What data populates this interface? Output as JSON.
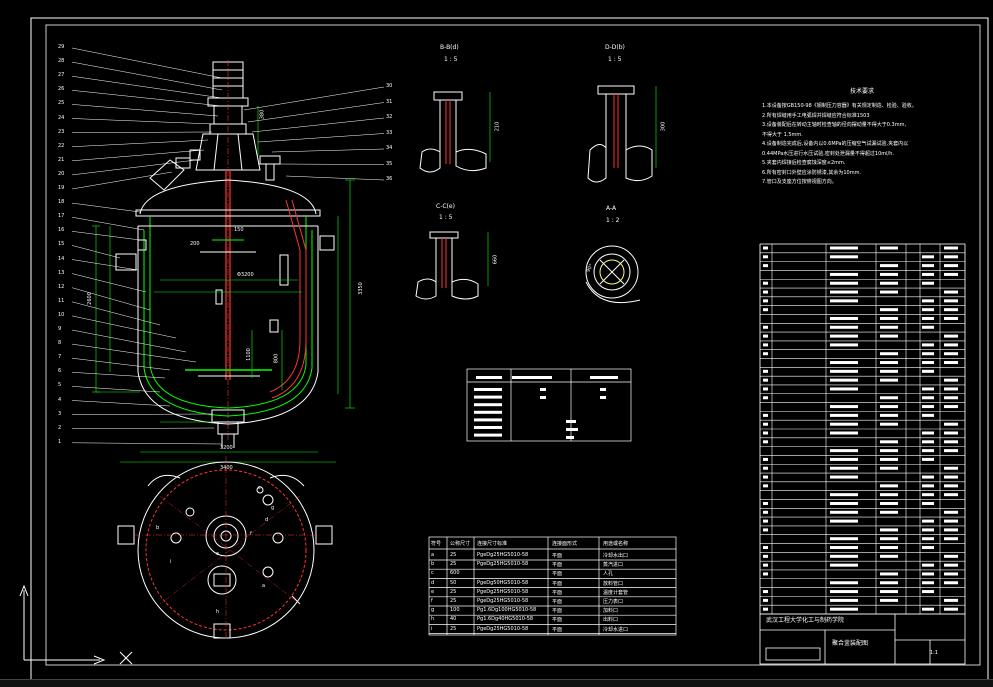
{
  "drawing": {
    "title_block": {
      "school": "武汉工程大学化工与制药学院",
      "drawing_name": "聚合釜装配图",
      "scale": "1:1"
    },
    "tech_requirements": {
      "title": "技术要求",
      "items": [
        "1.本设备按GB150-98《钢制压力容器》有关规定制造、检验、验收。",
        "2.所有焊缝用手工电弧焊并焊缝应符合标准1503",
        "3.设备装配后在转动主轴时检查轴的径向摆动量不得大于0.3mm,",
        "  不得大于 1.5mm.",
        "4.设备制造完成后,设备内以0.6MPa的压缩空气试漏试验,夹套内以",
        "  0.44MPa水压进行水压试验,密封处泄漏量不得超过10ml/h.",
        "5.夹套内焊接后检查腐蚀深度≤2mm.",
        "6.所有密封口外壁应涂防锈漆,其余为10mm.",
        "7.管口及支座方位按俯视图方向。"
      ]
    },
    "section_labels": [
      {
        "id": "bb",
        "name": "B-B(d)",
        "scale": "1 : 5"
      },
      {
        "id": "dd",
        "name": "D-D(b)",
        "scale": "1 : 5"
      },
      {
        "id": "cc",
        "name": "C-C(e)",
        "scale": "1 : 5"
      },
      {
        "id": "aa",
        "name": "A-A",
        "scale": "1 : 2"
      }
    ],
    "part_numbers_left": [
      "29",
      "28",
      "27",
      "26",
      "25",
      "24",
      "23",
      "22",
      "21",
      "20",
      "19",
      "18",
      "17",
      "16",
      "15",
      "14",
      "13",
      "12",
      "11",
      "10",
      "9",
      "8",
      "7",
      "6",
      "5",
      "4",
      "3",
      "2",
      "1"
    ],
    "part_numbers_right": [
      "30",
      "31",
      "32",
      "33",
      "34",
      "35",
      "36"
    ],
    "dimensions": {
      "vertical_main": "3350",
      "vertical_left": "2600",
      "bottom_width": "3400",
      "inner_width": "3200",
      "diameter": "Φ3200",
      "small_1": "380",
      "small_2": "150",
      "small_3": "1100",
      "small_4": "800",
      "small_5": "210",
      "small_6": "300",
      "small_7": "660",
      "a_angle": "90°",
      "top_detail": "200"
    },
    "nozzle_table": {
      "headers": [
        "符号",
        "公称尺寸",
        "连接尺寸标准",
        "连接面形式",
        "用途或名称"
      ],
      "rows": [
        [
          "a",
          "25",
          "PgeDg25HG5010-58",
          "平面",
          "冷却水出口"
        ],
        [
          "b",
          "25",
          "PgeDg25HG5010-58",
          "平面",
          "蒸汽进口"
        ],
        [
          "c",
          "600",
          "",
          "平面",
          "人孔"
        ],
        [
          "d",
          "50",
          "PgeDg50HG5010-58",
          "平面",
          "放料管口"
        ],
        [
          "e",
          "25",
          "PgeDg25HG5010-58",
          "平面",
          "温度计套管"
        ],
        [
          "f",
          "25",
          "PgeDg25HG5010-58",
          "平面",
          "压力表口"
        ],
        [
          "g",
          "100",
          "Pg1.6Dg100HG5010-58",
          "平面",
          "加料口"
        ],
        [
          "h",
          "40",
          "Pg1.6Dg40HG5010-58",
          "平面",
          "出料口"
        ],
        [
          "i",
          "25",
          "PgeDg25HG5010-58",
          "平面",
          "冷却水进口"
        ]
      ]
    },
    "bottom_letters": [
      "c",
      "g",
      "d",
      "f",
      "e",
      "b",
      "h",
      "i",
      "a"
    ]
  }
}
